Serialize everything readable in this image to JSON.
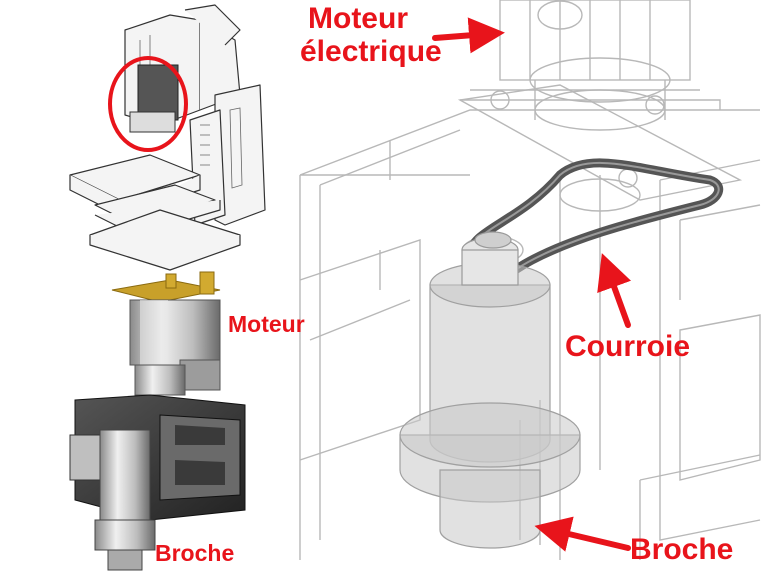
{
  "labels": {
    "motor_electric": "Moteur\nélectrique",
    "motor_electric_line1": "Moteur",
    "motor_electric_line2": "électrique",
    "belt": "Courroie",
    "spindle_right": "Broche",
    "motor_small": "Moteur",
    "spindle_small": "Broche"
  },
  "colors": {
    "label_red": "#e8141b",
    "line_gray": "#9a9a9a",
    "belt_dark": "#555555",
    "metal_light": "#d9d9d9",
    "metal_dark": "#3a3a3a",
    "gold": "#c8a02a"
  },
  "icons": {
    "machine": "cnc-machine-overview",
    "photo": "motor-spindle-assembly-photo",
    "detail": "spindle-belt-drive-detail"
  }
}
